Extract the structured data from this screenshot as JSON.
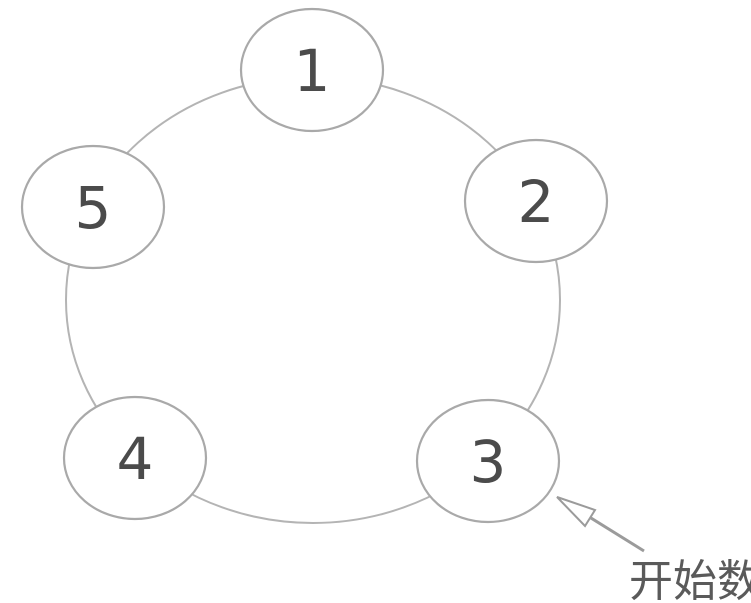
{
  "figure": {
    "type": "circular-counting-diagram",
    "nodes": [
      {
        "label": "1"
      },
      {
        "label": "2"
      },
      {
        "label": "3"
      },
      {
        "label": "4"
      },
      {
        "label": "5"
      }
    ],
    "annotation": {
      "label": "开始数",
      "points_to_node": "3"
    },
    "colors": {
      "background": "#ffffff",
      "ring_stroke": "#b4b4b4",
      "node_stroke": "#a9a9a9",
      "node_fill": "#ffffff",
      "number_color": "#4b4b4b",
      "arrow_color": "#9b9b9b",
      "annotation_color": "#5a5a5a"
    }
  }
}
